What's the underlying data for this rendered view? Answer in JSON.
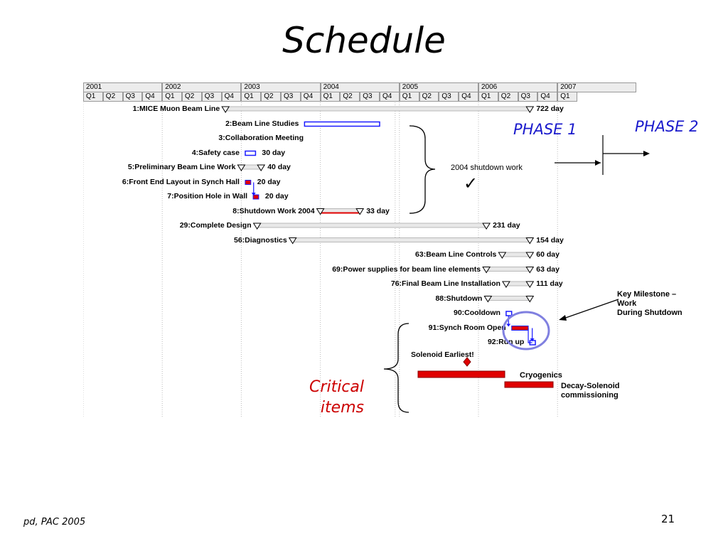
{
  "title": "Schedule",
  "footer": {
    "left": "pd, PAC 2005",
    "page": "21"
  },
  "timeline": {
    "years": [
      "2001",
      "2002",
      "2003",
      "2004",
      "2005",
      "2006",
      "2007"
    ],
    "quarters": [
      "Q1",
      "Q2",
      "Q3",
      "Q4",
      "Q1",
      "Q2",
      "Q3",
      "Q4",
      "Q1",
      "Q2",
      "Q3",
      "Q4",
      "Q1",
      "Q2",
      "Q3",
      "Q4",
      "Q1",
      "Q2",
      "Q3",
      "Q4",
      "Q1",
      "Q2",
      "Q3",
      "Q4",
      "Q1"
    ]
  },
  "tasks": [
    {
      "label": "1:MICE Muon Beam Line",
      "duration": "722  day",
      "kind": "summary",
      "start": 2002.8,
      "end": 2006.65
    },
    {
      "label": "2:Beam Line Studies",
      "duration": "",
      "kind": "bar",
      "start": 2003.8,
      "end": 2004.75
    },
    {
      "label": "3:Collaboration Meeting",
      "duration": "",
      "kind": "none"
    },
    {
      "label": "4:Safety case",
      "duration": "30  day",
      "kind": "bar",
      "start": 2003.05,
      "end": 2003.18
    },
    {
      "label": "5:Preliminary Beam Line Work",
      "duration": "40  day",
      "kind": "summary",
      "start": 2003.0,
      "end": 2003.25
    },
    {
      "label": "6:Front End Layout in Synch Hall",
      "duration": "20  day",
      "kind": "redbar",
      "start": 2003.05,
      "end": 2003.12
    },
    {
      "label": "7:Position Hole in Wall",
      "duration": "20  day",
      "kind": "redbar",
      "start": 2003.15,
      "end": 2003.22
    },
    {
      "label": "8:Shutdown Work 2004",
      "duration": "33  day",
      "kind": "summary-red",
      "start": 2004.0,
      "end": 2004.5
    },
    {
      "label": "29:Complete Design",
      "duration": "231  day",
      "kind": "summary",
      "start": 2003.2,
      "end": 2006.1
    },
    {
      "label": "56:Diagnostics",
      "duration": "154  day",
      "kind": "summary",
      "start": 2003.65,
      "end": 2006.65
    },
    {
      "label": "63:Beam Line Controls",
      "duration": "60  day",
      "kind": "summary",
      "start": 2006.3,
      "end": 2006.65
    },
    {
      "label": "69:Power supplies for beam line elements",
      "duration": "63  day",
      "kind": "summary",
      "start": 2006.1,
      "end": 2006.65
    },
    {
      "label": "76:Final Beam Line Installation",
      "duration": "111  day",
      "kind": "summary",
      "start": 2006.35,
      "end": 2006.65
    },
    {
      "label": "88:Shutdown",
      "duration": "",
      "kind": "summary",
      "start": 2006.12,
      "end": 2006.65
    },
    {
      "label": "90:Cooldown",
      "duration": "",
      "kind": "bar",
      "start": 2006.35,
      "end": 2006.42
    },
    {
      "label": "91:Synch Room Open",
      "duration": "",
      "kind": "redbar",
      "start": 2006.42,
      "end": 2006.63
    },
    {
      "label": "92:Run up",
      "duration": "",
      "kind": "bar",
      "start": 2006.65,
      "end": 2006.72
    }
  ],
  "annotations": {
    "phase1": "PHASE 1",
    "phase2": "PHASE 2",
    "shutdown_work": "2004 shutdown work",
    "checkmark": "✓",
    "key_milestone": [
      "Key Milestone –",
      "Work",
      "During Shutdown"
    ],
    "solenoid": "Solenoid Earliest!",
    "cryogenics": "Cryogenics",
    "decay_solenoid": [
      "Decay-Solenoid",
      "commissioning"
    ],
    "critical_items": [
      "Critical",
      "items"
    ]
  },
  "colors": {
    "blue": "#1a1aff",
    "red": "#e00000",
    "grid": "#999999",
    "header": "#ececec",
    "handwriting": "#1a1acc",
    "critical": "#cc0000",
    "circle": "#8080e0"
  }
}
